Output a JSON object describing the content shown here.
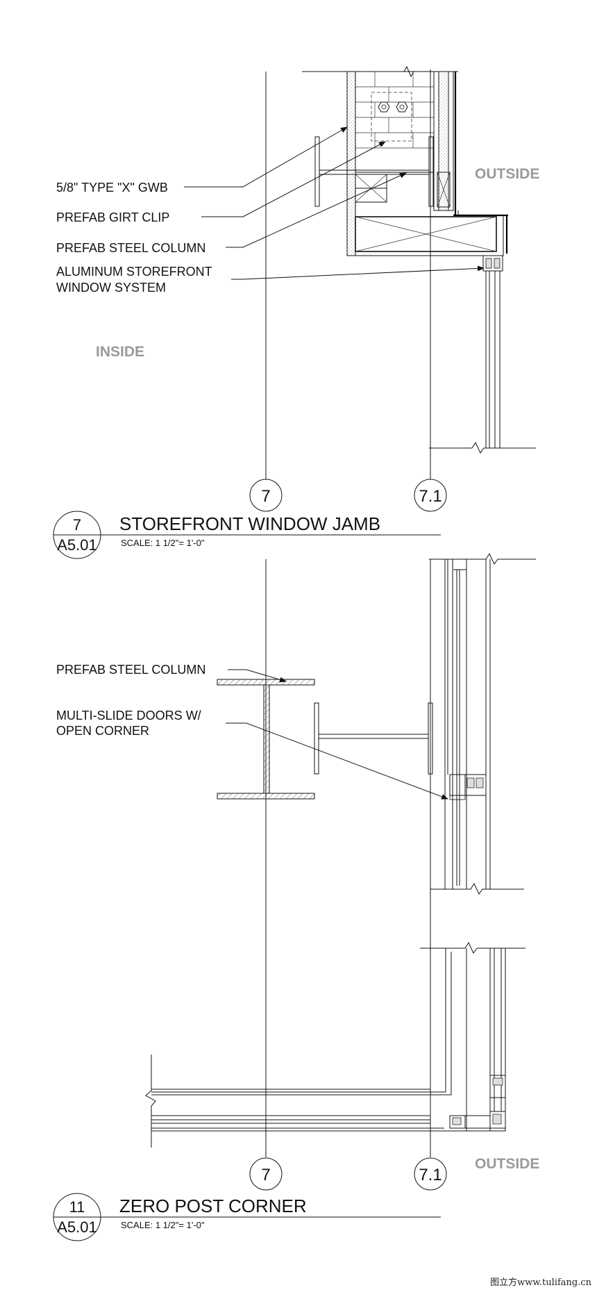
{
  "detail_top": {
    "number": "7",
    "sheet": "A5.01",
    "title": "STOREFRONT WINDOW JAMB",
    "scale": "SCALE: 1 1/2\"=    1'-0\"",
    "callouts": [
      "5/8\" TYPE \"X\" GWB",
      "PREFAB GIRT CLIP",
      "PREFAB STEEL COLUMN",
      "ALUMINUM STOREFRONT",
      "WINDOW SYSTEM"
    ],
    "inside_label": "INSIDE",
    "outside_label": "OUTSIDE",
    "grid_bubbles": [
      "7",
      "7.1"
    ]
  },
  "detail_bottom": {
    "number": "11",
    "sheet": "A5.01",
    "title": "ZERO POST CORNER",
    "scale": "SCALE: 1 1/2\"=    1'-0\"",
    "callouts": [
      "PREFAB STEEL COLUMN",
      "MULTI-SLIDE DOORS W/",
      "OPEN CORNER"
    ],
    "outside_label": "OUTSIDE",
    "grid_bubbles": [
      "7",
      "7.1"
    ]
  },
  "watermark": "图立方www.tulifang.cn"
}
